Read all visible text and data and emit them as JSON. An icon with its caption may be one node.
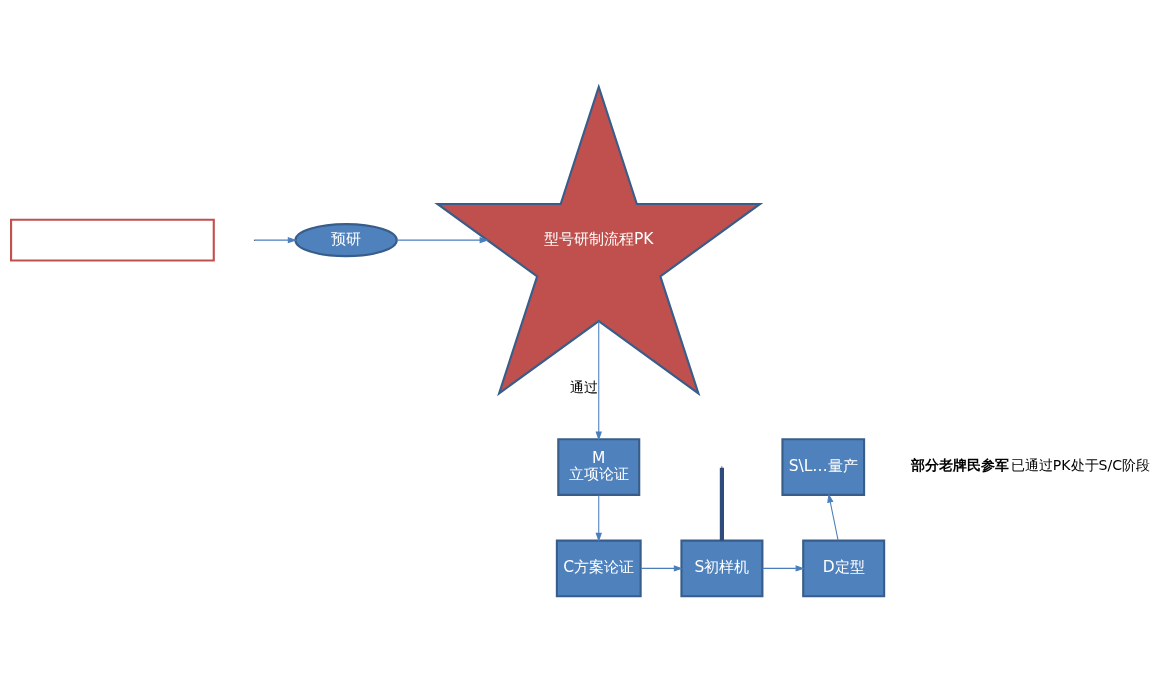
{
  "diagram": {
    "nodes": [
      {
        "text": [],
        "shape": "box"
      },
      {
        "text": [
          "预研"
        ]
      },
      {
        "text": [
          "型号研制流程PK"
        ]
      },
      {
        "text": [
          "S\\L…量产"
        ]
      },
      {
        "text": [
          "M",
          "立项论证"
        ]
      },
      {
        "text": [
          "D定型"
        ]
      },
      {
        "text": [
          "S初样机"
        ]
      },
      {
        "text": [
          "C方案论证"
        ]
      }
    ],
    "edges": [
      {
        "from": null,
        "to": 1,
        "arrow": "to"
      },
      {
        "from": 1,
        "to": 2,
        "arrow": "to"
      },
      {
        "from": 2,
        "to": 4,
        "label": "通过",
        "arrow": "to"
      },
      {
        "from": 4,
        "to": 7,
        "arrow": "to"
      },
      {
        "from": 7,
        "to": 6,
        "arrow": "to"
      },
      {
        "from": 6,
        "to": 5,
        "arrow": "to"
      },
      {
        "from": 5,
        "to": 3,
        "arrow": "to"
      },
      {
        "from": 6,
        "to": null,
        "arrow": "none",
        "style": "thick",
        "color": "#2f4b7c"
      }
    ],
    "labels": [
      "**部分老牌民参军**已通过PK处于S/C阶段"
    ]
  }
}
